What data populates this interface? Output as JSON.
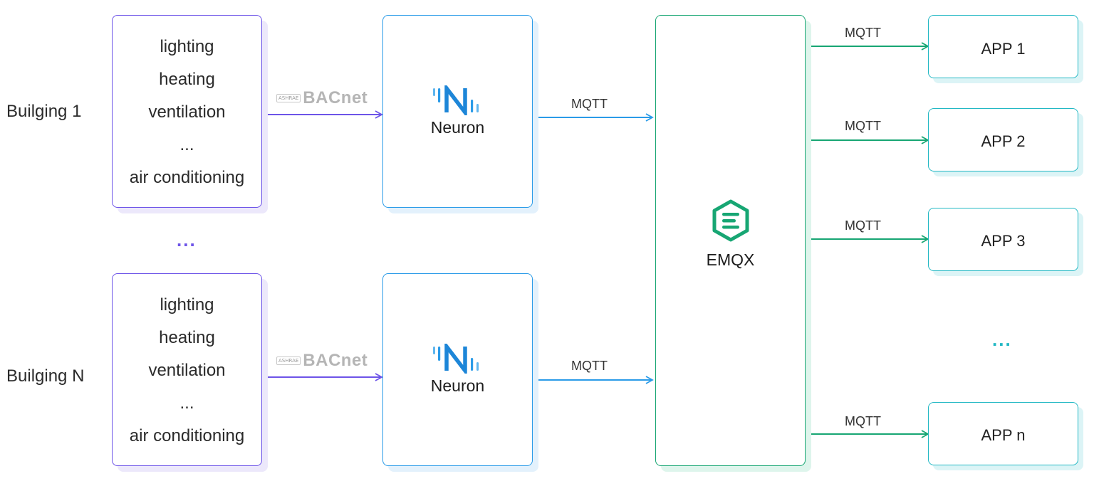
{
  "buildings": [
    {
      "label": "Builging 1"
    },
    {
      "label": "Builging N"
    }
  ],
  "building_ellipsis": "...",
  "subsystems": [
    "lighting",
    "heating",
    "ventilation",
    "...",
    "air conditioning"
  ],
  "bacnet_label": "BACnet",
  "bacnet_badge": "ASHRAE",
  "neuron": {
    "name": "Neuron"
  },
  "broker": {
    "name": "EMQX"
  },
  "mqtt_label": "MQTT",
  "apps": [
    "APP 1",
    "APP 2",
    "APP 3",
    "APP n"
  ],
  "app_ellipsis": "...",
  "colors": {
    "bacnet_line": "#6d54e8",
    "neuron_line": "#2a9be8",
    "emqx_line": "#17a673",
    "app_border": "#22b8c4"
  }
}
